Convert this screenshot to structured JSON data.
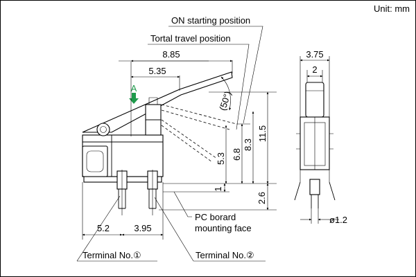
{
  "unit_label": "Unit: mm",
  "callouts": {
    "on_starting_position": "ON starting position",
    "total_travel_position": "Tortal travel position",
    "pc_board_line1": "PC borard",
    "pc_board_line2": "mounting face",
    "terminal_1": "Terminal No.①",
    "terminal_2": "Terminal No.②"
  },
  "view_marker": "A",
  "dimensions": {
    "d_885": "8.85",
    "d_535": "5.35",
    "angle": "(50°)",
    "d_53": "5.3",
    "d_68": "6.8",
    "d_83": "8.3",
    "d_115": "11.5",
    "d_1": "1",
    "d_26": "2.6",
    "d_52": "5.2",
    "d_395": "3.95",
    "d_375": "3.75",
    "d_2": "2",
    "d_phi12": "ø1.2"
  },
  "colors": {
    "accent": "#1e9a4b",
    "line": "#000000"
  }
}
